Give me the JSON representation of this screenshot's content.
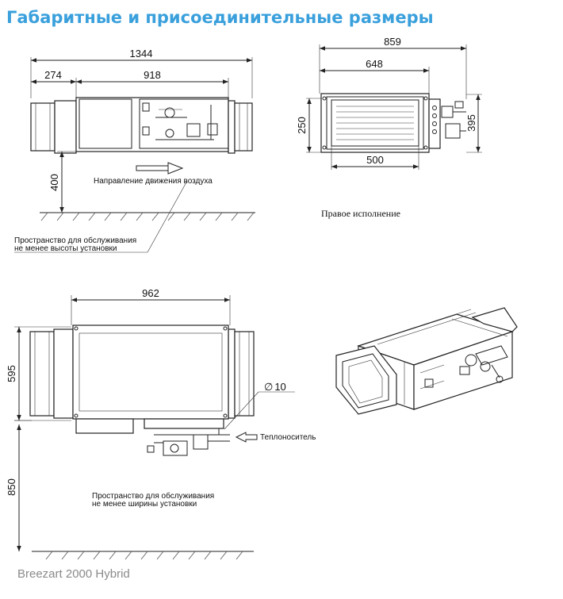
{
  "title": "Габаритные и присоединительные размеры",
  "footer": "Breezart 2000 Hybrid",
  "side_view": {
    "dim_total": "1344",
    "dim_left": "274",
    "dim_right": "918",
    "dim_height": "400",
    "airflow_label": "Направление движения воздуха",
    "service_note_line1": "Пространство для обслуживания",
    "service_note_line2": "не менее высоты установки"
  },
  "front_view": {
    "dim_total_width": "859",
    "dim_width": "648",
    "dim_height": "250",
    "dim_total_height": "395",
    "dim_opening": "500",
    "caption": "Правое исполнение"
  },
  "top_view": {
    "dim_length": "962",
    "dim_width": "595",
    "dim_floor": "850",
    "pipe_diameter": "10",
    "diameter_symbol": "∅",
    "coolant_label": "Теплоноситель",
    "service_note_line1": "Пространство для обслуживания",
    "service_note_line2": "не менее ширины установки"
  },
  "colors": {
    "title": "#3aa0dc",
    "footer": "#8a8a8a",
    "lines": "#222222"
  }
}
